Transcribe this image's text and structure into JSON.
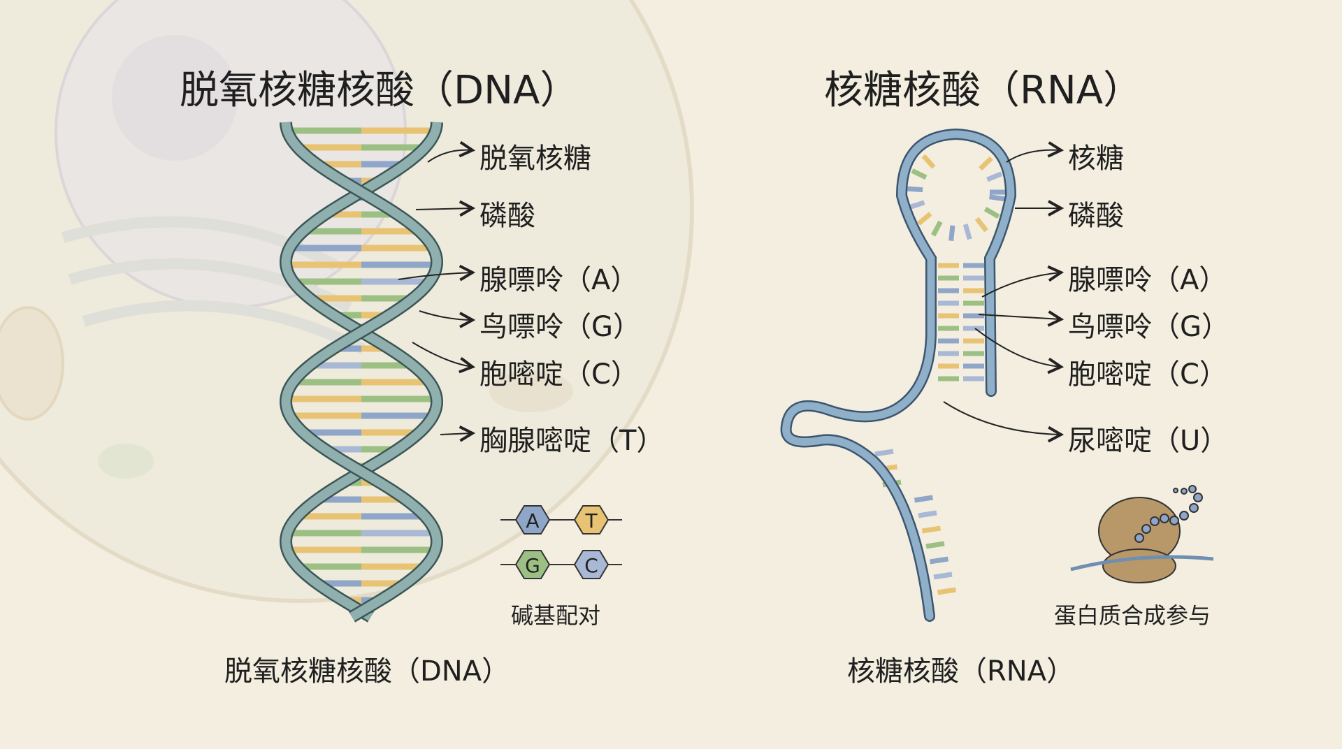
{
  "dna": {
    "title": "脱氧核糖核酸（DNA）",
    "caption": "脱氧核糖核酸（DNA）",
    "labels": [
      "脱氧核糖",
      "磷酸",
      "腺嘌呤（A）",
      "鸟嘌呤（G）",
      "胞嘧啶（C）",
      "胸腺嘧啶（T）"
    ],
    "pairing": {
      "pair1": [
        "A",
        "T"
      ],
      "pair2": [
        "G",
        "C"
      ],
      "caption": "碱基配对"
    }
  },
  "rna": {
    "title": "核糖核酸（RNA）",
    "caption": "核糖核酸（RNA）",
    "labels": [
      "核糖",
      "磷酸",
      "腺嘌呤（A）",
      "鸟嘌呤（G）",
      "胞嘧啶（C）",
      "尿嘧啶（U）"
    ],
    "ribosome_caption": "蛋白质合成参与"
  },
  "colors": {
    "adenine": "#8fa6c9",
    "thymine": "#e8c373",
    "guanine": "#9cc083",
    "cytosine": "#a9b8d4",
    "backbone": "#8fb0ae",
    "rna_backbone": "#8fb0c8",
    "ribosome": "#b89868"
  }
}
